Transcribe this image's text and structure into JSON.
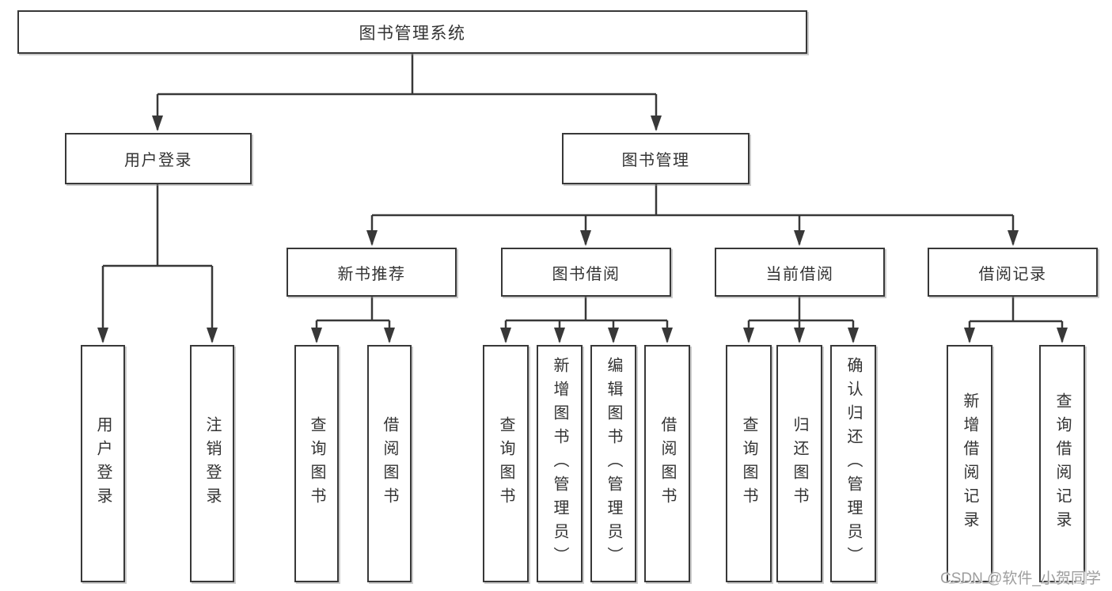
{
  "diagram": {
    "title": "图书管理系统",
    "root_label": "图书管理系统",
    "level2": [
      {
        "label": "用户登录"
      },
      {
        "label": "图书管理"
      }
    ],
    "level3": [
      {
        "label": "新书推荐"
      },
      {
        "label": "图书借阅"
      },
      {
        "label": "当前借阅"
      },
      {
        "label": "借阅记录"
      }
    ],
    "leaves": {
      "user_login": [
        "用户登录",
        "注销登录"
      ],
      "new_books": [
        "查询图书",
        "借阅图书"
      ],
      "book_borrow": [
        "查询图书",
        "新增图书（管理员）",
        "编辑图书（管理员）",
        "借阅图书"
      ],
      "current_borrow": [
        "查询图书",
        "归还图书",
        "确认归还（管理员）"
      ],
      "records": [
        "新增借阅记录",
        "查询借阅记录"
      ]
    }
  },
  "watermark": {
    "text": "CSDN @软件_小贺同学"
  },
  "colors": {
    "line": "#383838",
    "box_border": "#383838",
    "text": "#333333",
    "watermark": "#9e9e9e",
    "background": "#ffffff"
  }
}
